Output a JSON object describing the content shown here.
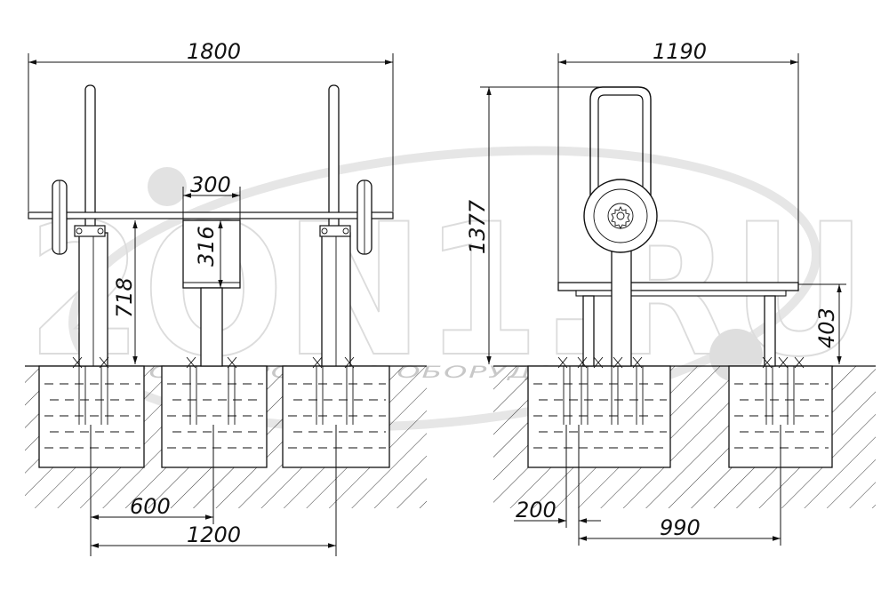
{
  "watermark": {
    "logo": "2ON1.RU",
    "tagline": "ЗАВОД ИГРОВОГО ОБОРУДОВАНИЯ",
    "registered": "®"
  },
  "front_view": {
    "overall_width": "1800",
    "seat_width": "300",
    "seat_height": "316",
    "bar_height": "718",
    "base_spacing_small": "600",
    "base_spacing_large": "1200"
  },
  "side_view": {
    "overall_depth": "1190",
    "overall_height": "1377",
    "bench_height": "403",
    "post_offset": "200",
    "base_spacing": "990"
  }
}
